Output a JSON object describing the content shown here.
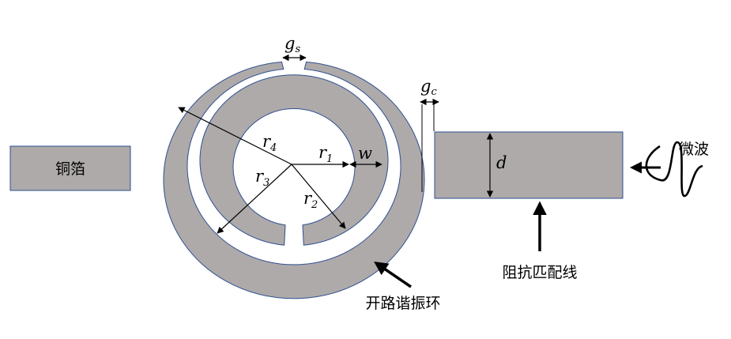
{
  "labels": {
    "copper_foil": "铜箔",
    "srr": "开路谐振环",
    "matching_line": "阻抗匹配线",
    "microwave": "微波"
  },
  "symbols": {
    "gs": {
      "main": "g",
      "sub": "s"
    },
    "gc": {
      "main": "g",
      "sub": "c"
    },
    "r1": {
      "main": "r",
      "sub": "1"
    },
    "r2": {
      "main": "r",
      "sub": "2"
    },
    "r3": {
      "main": "r",
      "sub": "3"
    },
    "r4": {
      "main": "r",
      "sub": "4"
    },
    "w": "w",
    "d": "d"
  },
  "colors": {
    "metal_fill": "#aeaaaa",
    "metal_stroke": "#2f4f8f",
    "line": "#000000",
    "background": "#ffffff"
  }
}
